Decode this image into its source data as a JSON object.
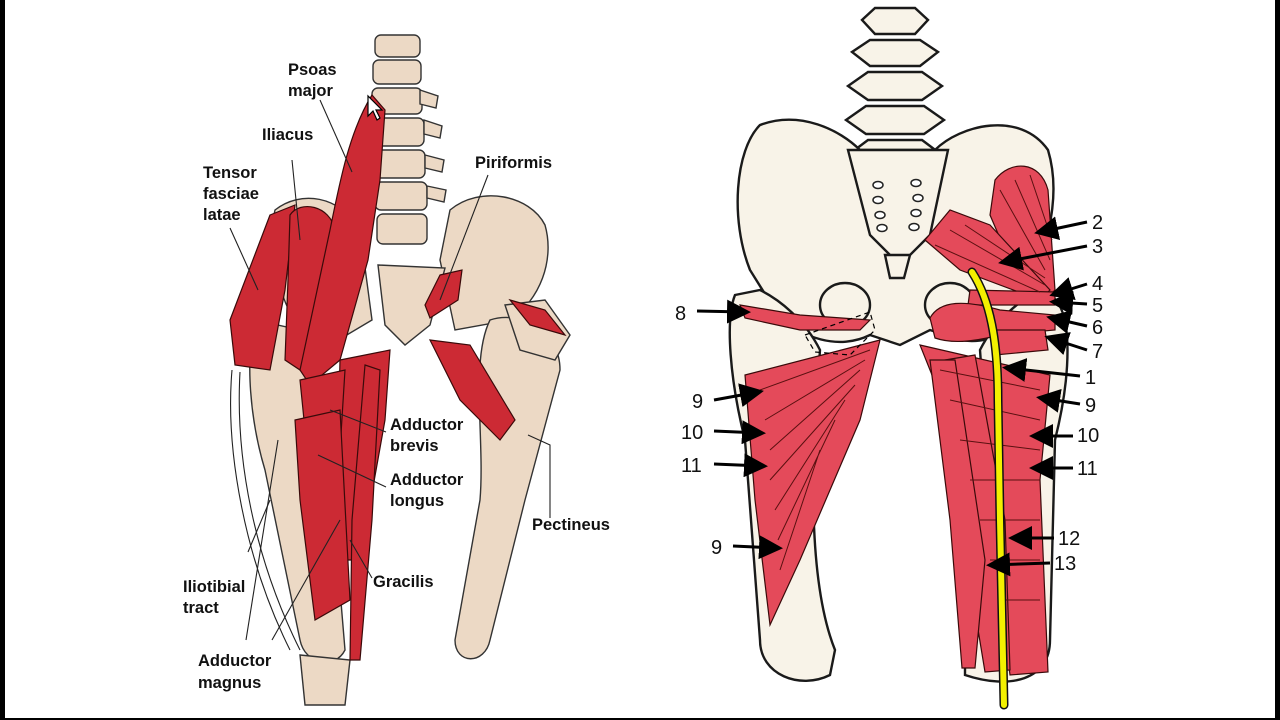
{
  "left_labels": {
    "psoas_major": [
      "Psoas",
      "major"
    ],
    "iliacus": "Iliacus",
    "tensor": [
      "Tensor",
      "fasciae",
      "latae"
    ],
    "piriformis": "Piriformis",
    "adductor_brevis": [
      "Adductor",
      "brevis"
    ],
    "adductor_longus": [
      "Adductor",
      "longus"
    ],
    "pectineus": "Pectineus",
    "gracilis": "Gracilis",
    "iliotibial": [
      "Iliotibial",
      "tract"
    ],
    "adductor_magnus": [
      "Adductor",
      "magnus"
    ]
  },
  "right_numbers": {
    "n2": "2",
    "n3": "3",
    "n4": "4",
    "n5": "5",
    "n6": "6",
    "n7": "7",
    "n1": "1",
    "n9r": "9",
    "n10r": "10",
    "n11r": "11",
    "n12": "12",
    "n13": "13",
    "n8": "8",
    "n9a": "9",
    "n10l": "10",
    "n11l": "11",
    "n9b": "9"
  },
  "colors": {
    "muscle": "#cc2a34",
    "muscle_light": "#e44a5a",
    "bone": "#f8f3e8",
    "nerve": "#f3f000"
  }
}
